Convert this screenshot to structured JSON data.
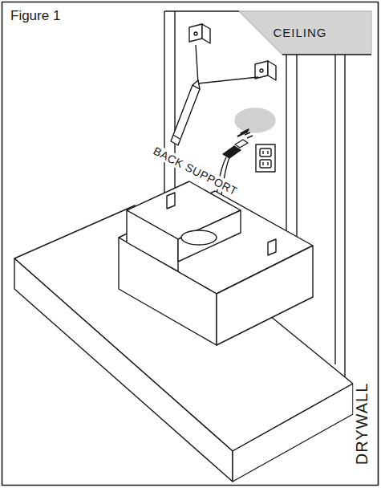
{
  "diagram": {
    "title": "Figure 1",
    "labels": [
      "CEILING",
      "BACK SUPPORT",
      "DRYWALL"
    ]
  }
}
